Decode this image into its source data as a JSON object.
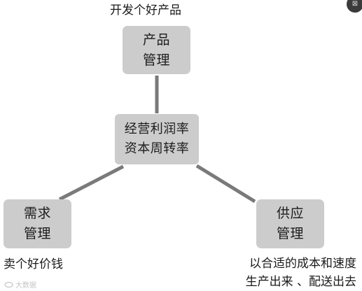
{
  "diagram": {
    "nodes": {
      "top": {
        "line1": "产品",
        "line2": "管理"
      },
      "center": {
        "line1": "经营利润率",
        "line2": "资本周转率"
      },
      "left": {
        "line1": "需求",
        "line2": "管理"
      },
      "right": {
        "line1": "供应",
        "line2": "管理"
      }
    },
    "captions": {
      "top": "开发个好产品",
      "left": "卖个好价钱",
      "right_line1": "以合适的成本和速度",
      "right_line2": "生产出来 、配送出去"
    },
    "edge_color": "#7a7a7a",
    "node_color": "#cccccc"
  },
  "ui": {
    "corner_badge": "⊠",
    "watermark": "大数据"
  }
}
